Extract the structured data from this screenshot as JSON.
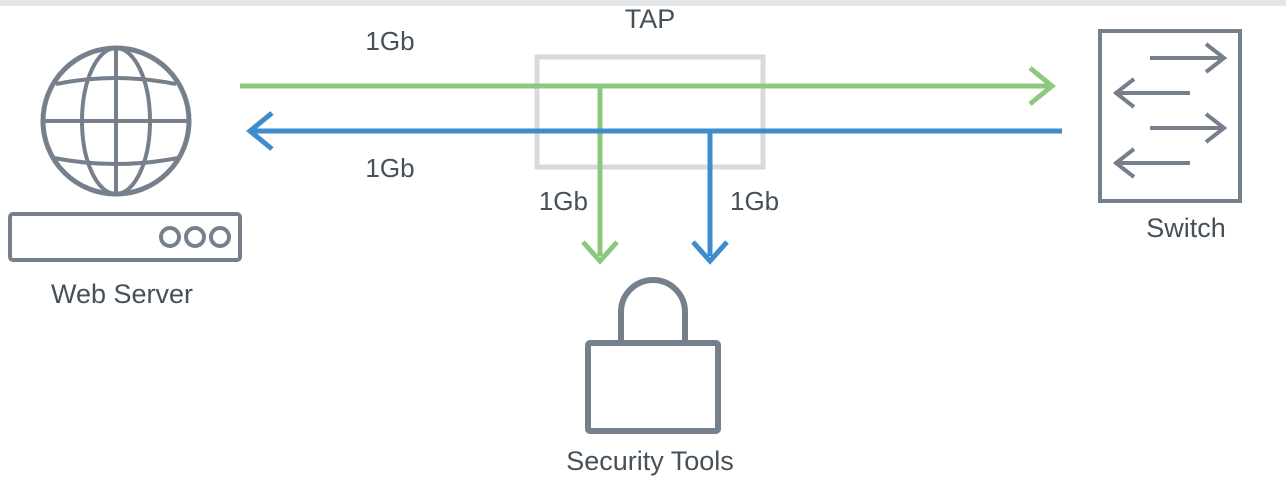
{
  "diagram": {
    "nodes": {
      "web_server": {
        "label": "Web Server"
      },
      "tap": {
        "label": "TAP"
      },
      "switch": {
        "label": "Switch"
      },
      "security_tools": {
        "label": "Security Tools"
      }
    },
    "links": {
      "web_to_switch": {
        "label": "1Gb",
        "color": "green"
      },
      "switch_to_web": {
        "label": "1Gb",
        "color": "blue"
      },
      "tap_to_tools_green": {
        "label": "1Gb",
        "color": "green"
      },
      "tap_to_tools_blue": {
        "label": "1Gb",
        "color": "blue"
      }
    },
    "colors": {
      "green": "#8CC87E",
      "blue": "#3E8CCB",
      "icon_gray": "#76808C",
      "tap_box": "#D9DADB",
      "text": "#45505A",
      "top_bar": "#E4E5E6"
    }
  }
}
